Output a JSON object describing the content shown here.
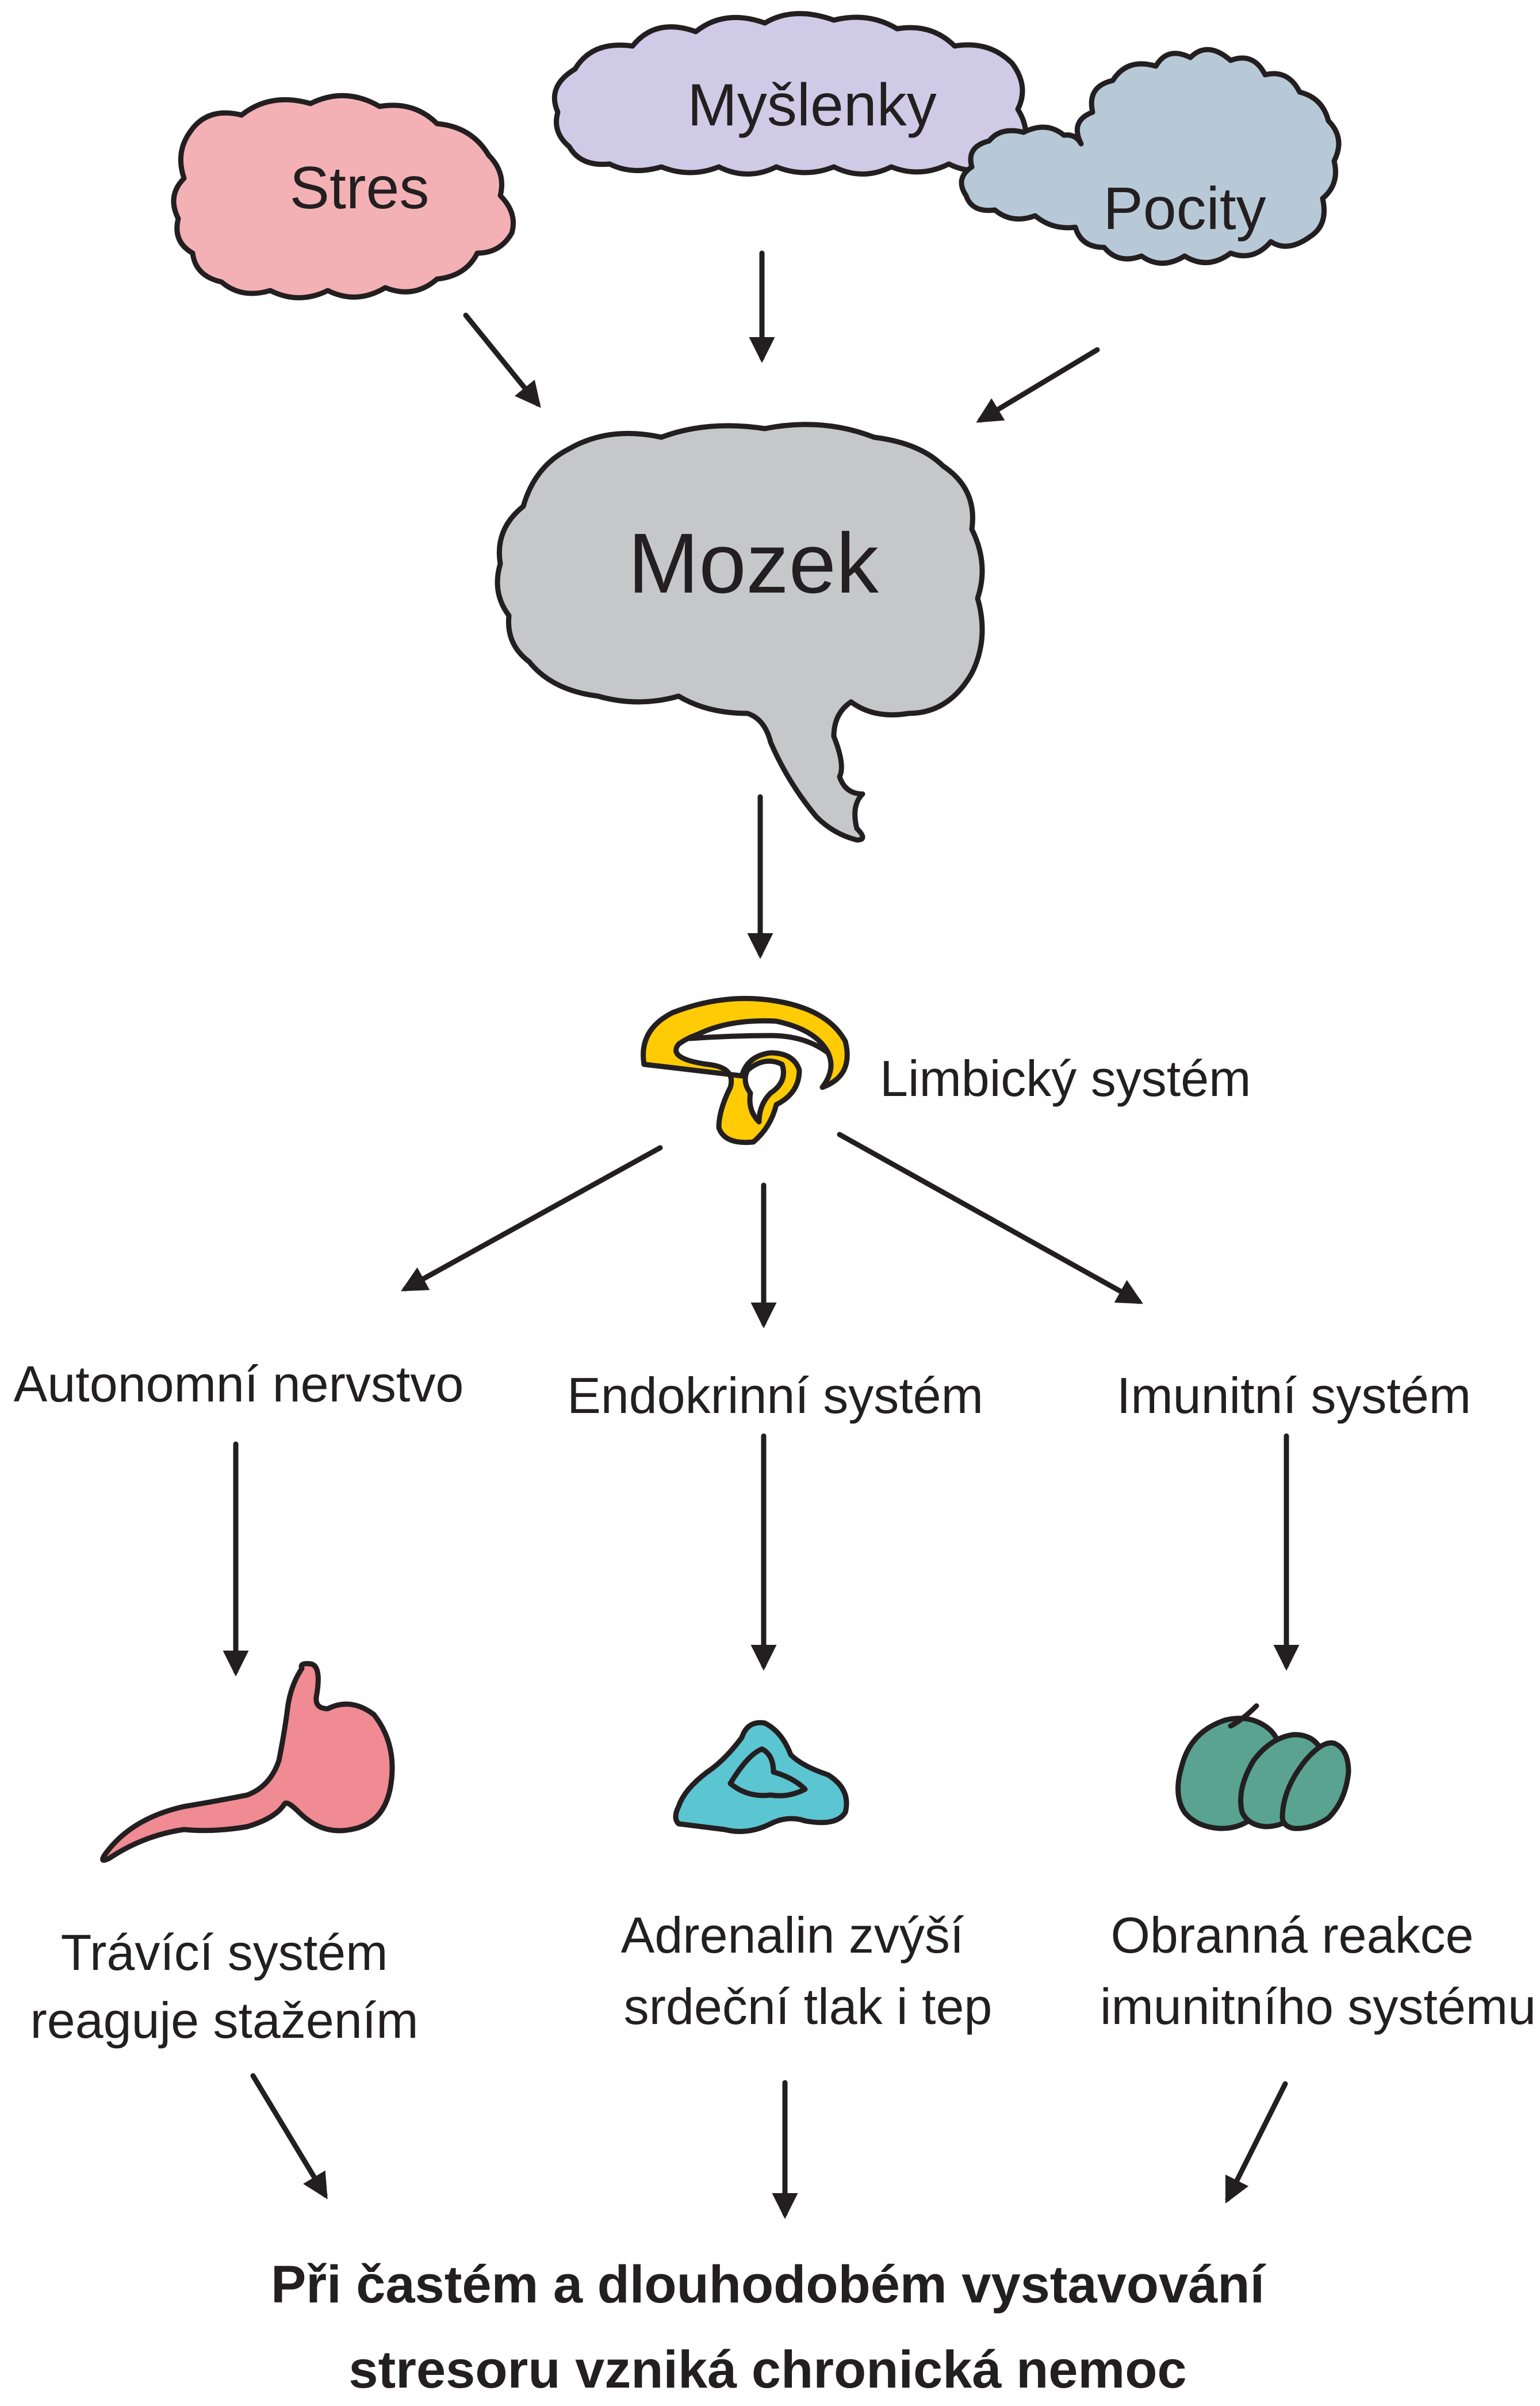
{
  "causes": [
    {
      "label": "Stres",
      "color": "#f3b1b6"
    },
    {
      "label": "Myšlenky",
      "color": "#cfcbe6"
    },
    {
      "label": "Pocity",
      "color": "#b7c9d6"
    }
  ],
  "brain": {
    "label": "Mozek",
    "color": "#c6c7c8"
  },
  "limbic": {
    "label": "Limbický systém",
    "color": "#ffcb05"
  },
  "systems": [
    {
      "label": "Autonomní nervstvo"
    },
    {
      "label": "Endokrinní systém"
    },
    {
      "label": "Imunitní systém"
    }
  ],
  "effects": [
    {
      "lines": [
        "Trávící systém",
        "reaguje stažením"
      ],
      "icon": "stomach-icon",
      "color": "#f08a93"
    },
    {
      "lines": [
        "Adrenalin zvýší",
        "srdeční tlak i tep"
      ],
      "icon": "adrenal-gland-icon",
      "color": "#5cc5d2"
    },
    {
      "lines": [
        "Obranná reakce",
        "imunitního systému"
      ],
      "icon": "lymph-node-icon",
      "color": "#5aa390"
    }
  ],
  "conclusion": {
    "line1": "Při častém a dlouhodobém vystavování",
    "line2": "stresoru vzniká chronická nemoc"
  }
}
